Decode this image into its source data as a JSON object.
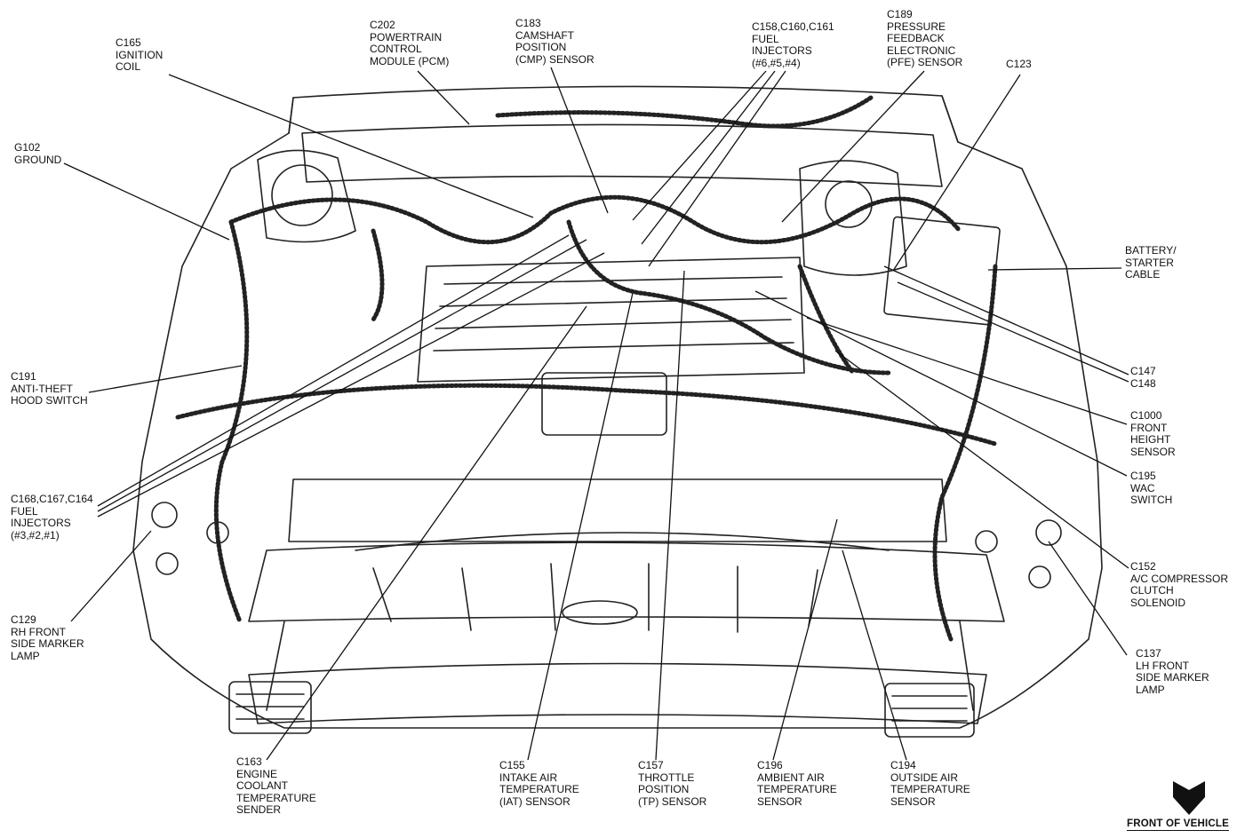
{
  "labels": {
    "c165": [
      "C165",
      "IGNITION",
      "COIL"
    ],
    "g102": [
      "G102",
      "GROUND"
    ],
    "c202": [
      "C202",
      "POWERTRAIN",
      "CONTROL",
      "MODULE (PCM)"
    ],
    "c183": [
      "C183",
      "CAMSHAFT",
      "POSITION",
      "(CMP) SENSOR"
    ],
    "c158": [
      "C158,C160,C161",
      "FUEL",
      "INJECTORS",
      "(#6,#5,#4)"
    ],
    "c189": [
      "C189",
      "PRESSURE",
      "FEEDBACK",
      "ELECTRONIC",
      "(PFE) SENSOR"
    ],
    "c123": [
      "C123"
    ],
    "battery": [
      "BATTERY/",
      "STARTER",
      "CABLE"
    ],
    "c191": [
      "C191",
      "ANTI-THEFT",
      "HOOD SWITCH"
    ],
    "c147": [
      "C147",
      "C148"
    ],
    "c1000": [
      "C1000",
      "FRONT",
      "HEIGHT",
      "SENSOR"
    ],
    "c195": [
      "C195",
      "WAC",
      "SWITCH"
    ],
    "c168": [
      "C168,C167,C164",
      "FUEL",
      "INJECTORS",
      "(#3,#2,#1)"
    ],
    "c152": [
      "C152",
      "A/C COMPRESSOR",
      "CLUTCH",
      "SOLENOID"
    ],
    "c129": [
      "C129",
      "RH FRONT",
      "SIDE MARKER",
      "LAMP"
    ],
    "c137": [
      "C137",
      "LH FRONT",
      "SIDE MARKER",
      "LAMP"
    ],
    "c163": [
      "C163",
      "ENGINE",
      "COOLANT",
      "TEMPERATURE",
      "SENDER"
    ],
    "c155": [
      "C155",
      "INTAKE AIR",
      "TEMPERATURE",
      "(IAT) SENSOR"
    ],
    "c157": [
      "C157",
      "THROTTLE",
      "POSITION",
      "(TP) SENSOR"
    ],
    "c196": [
      "C196",
      "AMBIENT AIR",
      "TEMPERATURE",
      "SENSOR"
    ],
    "c194": [
      "C194",
      "OUTSIDE AIR",
      "TEMPERATURE",
      "SENSOR"
    ]
  },
  "front_badge": "FRONT OF VEHICLE"
}
